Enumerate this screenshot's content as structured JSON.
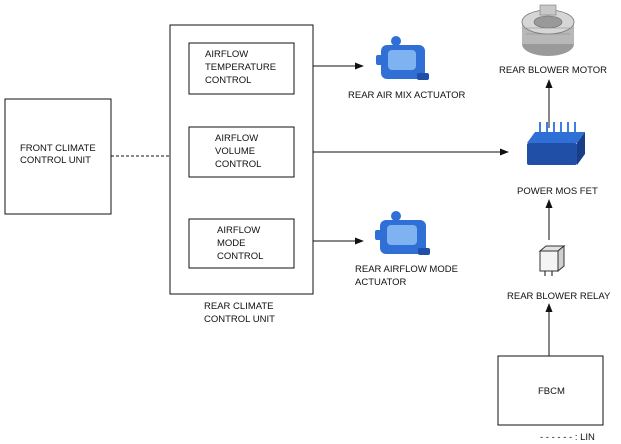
{
  "front_unit": {
    "lines": [
      "FRONT CLIMATE",
      "CONTROL UNIT"
    ]
  },
  "rear_unit": {
    "lines": [
      "REAR CLIMATE",
      "CONTROL UNIT"
    ],
    "temp_control": [
      "AIRFLOW",
      "TEMPERATURE",
      "CONTROL"
    ],
    "volume_control": [
      "AIRFLOW",
      "VOLUME",
      "CONTROL"
    ],
    "mode_control": [
      "AIRFLOW",
      "MODE",
      "CONTROL"
    ]
  },
  "components": {
    "air_mix_actuator": [
      "REAR AIR MIX ACTUATOR"
    ],
    "airflow_mode_actuator": [
      "REAR AIRFLOW MODE",
      "ACTUATOR"
    ],
    "blower_motor": [
      "REAR BLOWER MOTOR"
    ],
    "power_mos_fet": [
      "POWER MOS FET"
    ],
    "blower_relay": [
      "REAR BLOWER RELAY"
    ],
    "fbcm": [
      "FBCM"
    ]
  },
  "legend": {
    "lin": "- - - - - -  : LIN"
  },
  "colors": {
    "line": "#111111",
    "component_blue": "#2f6fd6",
    "component_light": "#7fb2f0",
    "motor_gray": "#b8b8b8"
  }
}
